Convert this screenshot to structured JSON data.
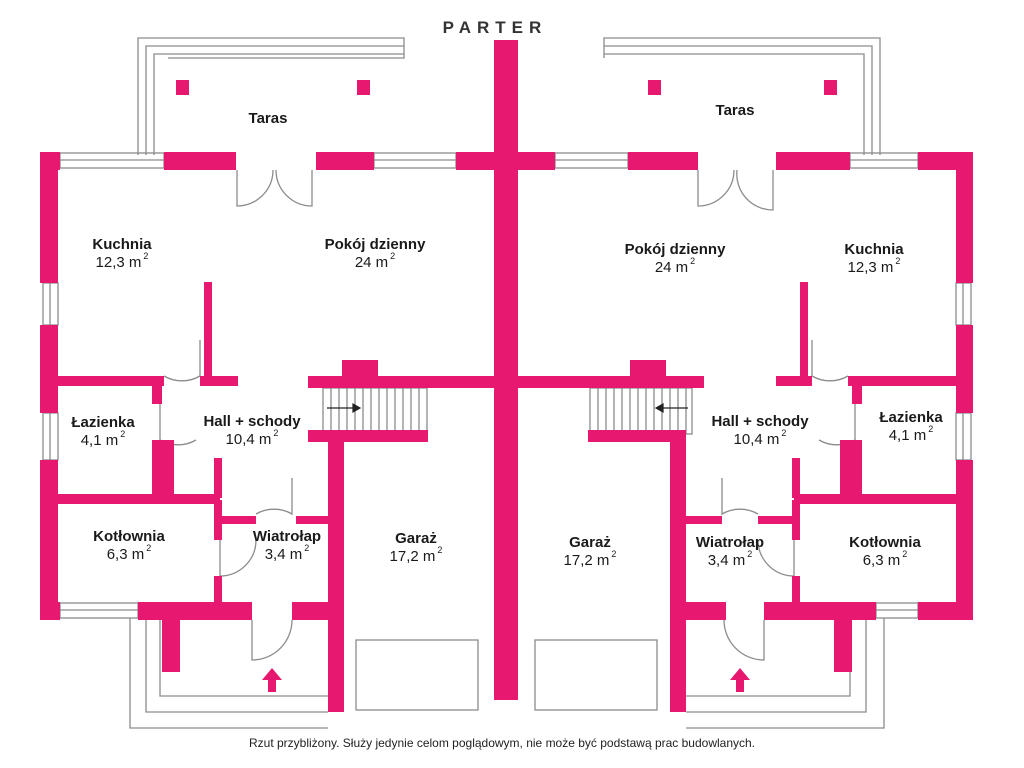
{
  "title": "PARTER",
  "footer": "Rzut przybliżony. Służy jedynie celom poglądowym, nie może być podstawą prac budowlanych.",
  "colors": {
    "wall": "#e6186f",
    "line": "#9a9a9a",
    "text": "#1a1a1a"
  },
  "area_unit": "m",
  "area_exp": "2",
  "left_unit": {
    "taras": {
      "name": "Taras"
    },
    "kuchnia": {
      "name": "Kuchnia",
      "area": "12,3"
    },
    "pokoj": {
      "name": "Pokój dzienny",
      "area": "24"
    },
    "lazienka": {
      "name": "Łazienka",
      "area": "4,1"
    },
    "hall": {
      "name": "Hall + schody",
      "area": "10,4"
    },
    "kotlownia": {
      "name": "Kotłownia",
      "area": "6,3"
    },
    "wiatrolap": {
      "name": "Wiatrołap",
      "area": "3,4"
    },
    "garaz": {
      "name": "Garaż",
      "area": "17,2"
    }
  },
  "right_unit": {
    "taras": {
      "name": "Taras"
    },
    "kuchnia": {
      "name": "Kuchnia",
      "area": "12,3"
    },
    "pokoj": {
      "name": "Pokój dzienny",
      "area": "24"
    },
    "lazienka": {
      "name": "Łazienka",
      "area": "4,1"
    },
    "hall": {
      "name": "Hall + schody",
      "area": "10,4"
    },
    "kotlownia": {
      "name": "Kotłownia",
      "area": "6,3"
    },
    "wiatrolap": {
      "name": "Wiatrołap",
      "area": "3,4"
    },
    "garaz": {
      "name": "Garaż",
      "area": "17,2"
    }
  }
}
